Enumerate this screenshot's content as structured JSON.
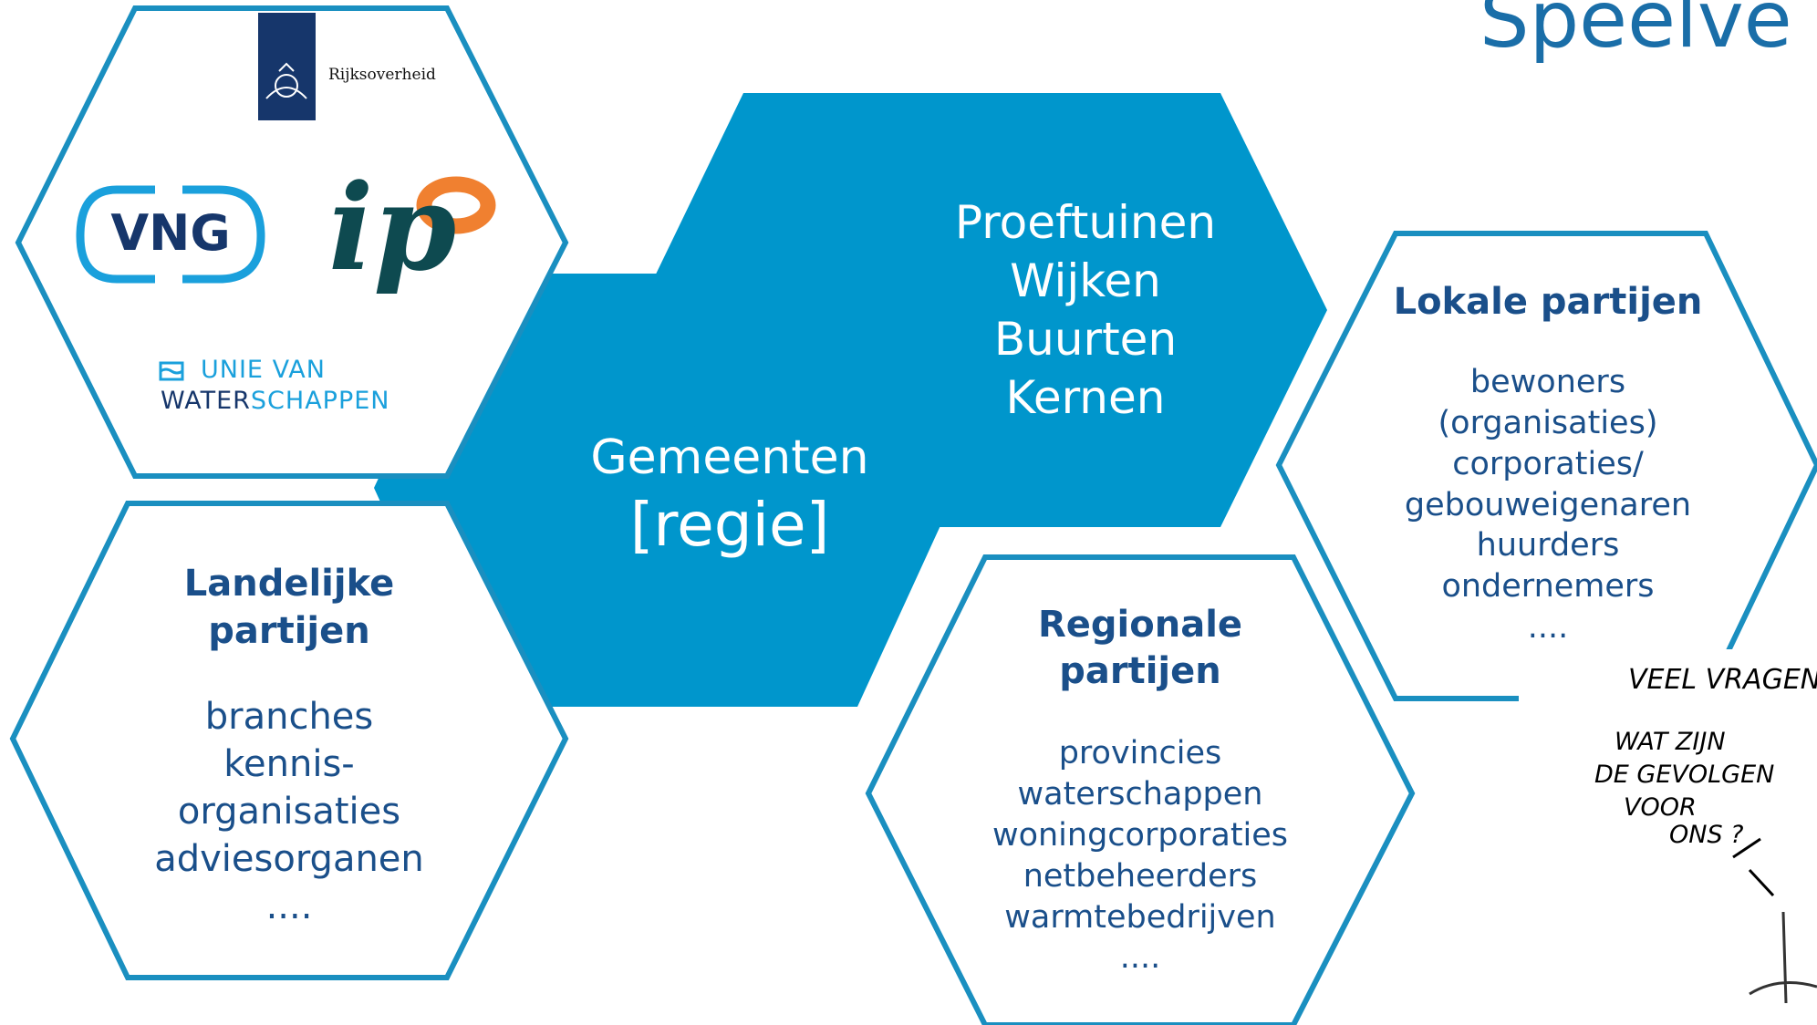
{
  "title": "Speelve",
  "colors": {
    "accent": "#1a8fc0",
    "fill": "#0096cc",
    "text": "#1a4f8a",
    "title": "#1a6ea8"
  },
  "logos": {
    "rijksoverheid": "Rijksoverheid",
    "vng": "VNG",
    "ip": "ip",
    "unie_line1": "UNIE VAN",
    "unie_line2a": "WATER",
    "unie_line2b": "SCHAPPEN"
  },
  "gemeenten": {
    "line1": "Gemeenten",
    "line2": "[regie]"
  },
  "proeftuinen": [
    "Proeftuinen",
    "Wijken",
    "Buurten",
    "Kernen"
  ],
  "landelijk": {
    "heading": [
      "Landelijke",
      "partijen"
    ],
    "items": [
      "branches",
      "kennis-",
      "organisaties",
      "adviesorganen",
      "...."
    ]
  },
  "regionaal": {
    "heading": [
      "Regionale",
      "partijen"
    ],
    "items": [
      "provincies",
      "waterschappen",
      "woningcorporaties",
      "netbeheerders",
      "warmtebedrijven",
      "...."
    ]
  },
  "lokaal": {
    "heading": "Lokale partijen",
    "items": [
      "bewoners",
      "(organisaties)",
      "corporaties/",
      "gebouweigenaren",
      "huurders",
      "ondernemers",
      "...."
    ]
  },
  "cartoon": {
    "line1": "VEEL VRAGEN",
    "q1": "WAT ZIJN",
    "q2": "DE GEVOLGEN",
    "q3": "VOOR",
    "q4": "ONS ?"
  }
}
